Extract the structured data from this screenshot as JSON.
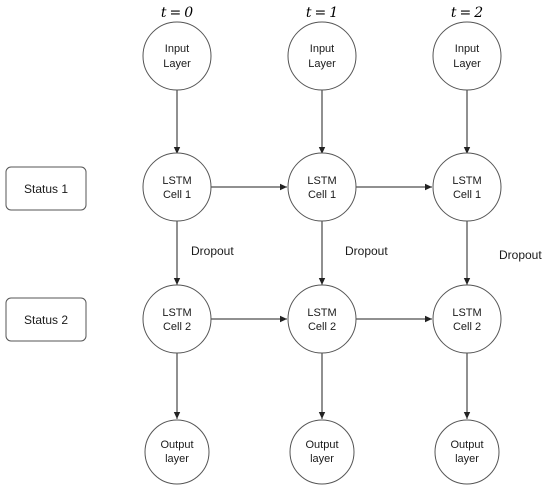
{
  "time_steps": [
    {
      "var": "t",
      "eq": "=",
      "val": "0"
    },
    {
      "var": "t",
      "eq": "=",
      "val": "1"
    },
    {
      "var": "t",
      "eq": "=",
      "val": "2"
    }
  ],
  "status_labels": [
    "Status 1",
    "Status 2"
  ],
  "input_layer": [
    "Input",
    "Layer"
  ],
  "lstm_cell_1": [
    "LSTM",
    "Cell 1"
  ],
  "lstm_cell_2": [
    "LSTM",
    "Cell 2"
  ],
  "output_layer": [
    "Output",
    "layer"
  ],
  "dropout_label": "Dropout",
  "colors": {
    "node_stroke": "#555555",
    "edge": "#222222",
    "background": "#ffffff"
  }
}
